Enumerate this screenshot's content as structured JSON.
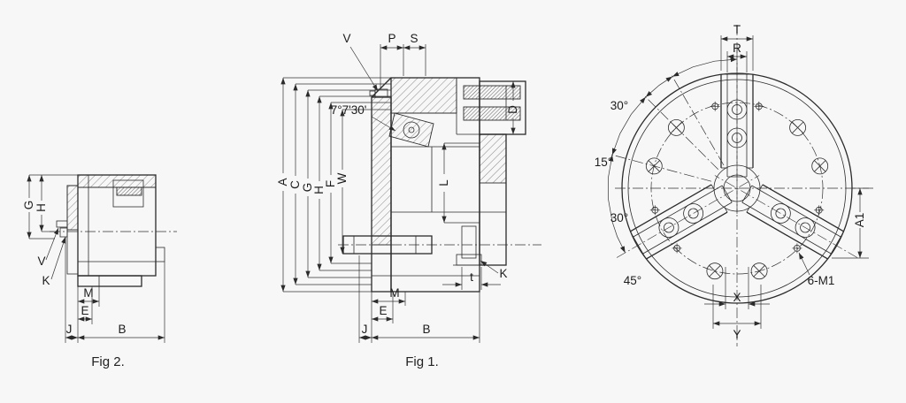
{
  "style": {
    "background": "#f7f7f7",
    "line_color": "#2b2b2b"
  },
  "fig2": {
    "caption": "Fig 2.",
    "labels": {
      "G": "G",
      "H": "H",
      "V": "V",
      "K": "K",
      "M": "M",
      "E": "E",
      "J": "J",
      "B": "B"
    }
  },
  "fig1": {
    "caption": "Fig 1.",
    "labels": {
      "V": "V",
      "P": "P",
      "S": "S",
      "angle": "7°7'30'",
      "A": "A",
      "C": "C",
      "G": "G",
      "H": "H",
      "F": "F",
      "W": "W",
      "L": "L",
      "D": "D",
      "K": "K",
      "t": "t",
      "M": "M",
      "E": "E",
      "J": "J",
      "B": "B"
    }
  },
  "front": {
    "labels": {
      "T": "T",
      "R": "R",
      "angle_30_top": "30°",
      "angle_15": "15°",
      "angle_30_mid": "30°",
      "angle_45": "45°",
      "A1": "A1",
      "X": "X",
      "Y": "Y",
      "bolt_callout": "6-M1"
    }
  }
}
